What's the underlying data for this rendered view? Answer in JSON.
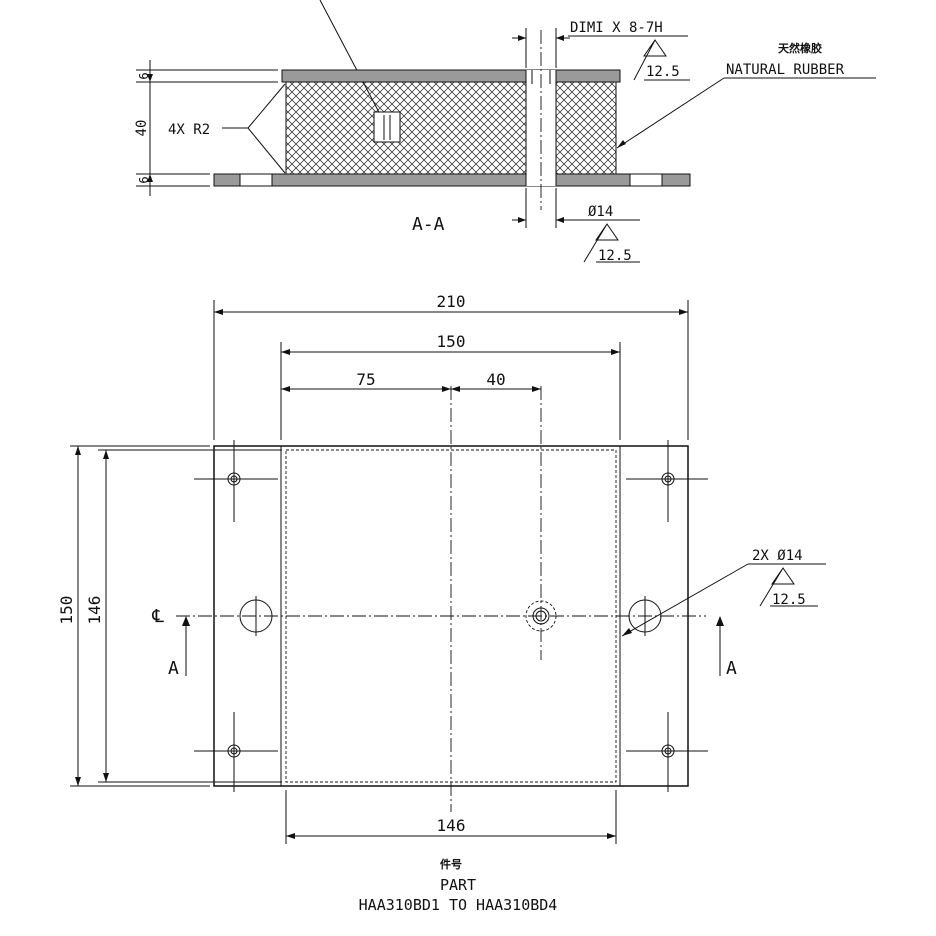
{
  "section_view": {
    "thread_label": "DIMI X 8-7H",
    "roughness_top": "12.5",
    "material_cn": "天然橡胶",
    "material_en": "NATURAL RUBBER",
    "dim_top_plate": "6",
    "dim_rubber": "40",
    "dim_bottom_plate": "6",
    "fillet_label": "4X R2",
    "section_label": "A-A",
    "bore_label": "Ø14",
    "roughness_bore": "12.5"
  },
  "plan_view": {
    "dim_overall_width": "210",
    "dim_rubber_width": "150",
    "dim_offset_75": "75",
    "dim_offset_40": "40",
    "dim_overall_height": "150",
    "dim_inner_height": "146",
    "dim_bottom_width": "146",
    "hole_label": "2X Ø14",
    "roughness_holes": "12.5",
    "centerline_symbol": "℄",
    "section_mark_left": "A",
    "section_mark_right": "A"
  },
  "title_block": {
    "part_cn": "件号",
    "part_en": "PART",
    "part_numbers": "HAA310BD1 TO HAA310BD4"
  }
}
